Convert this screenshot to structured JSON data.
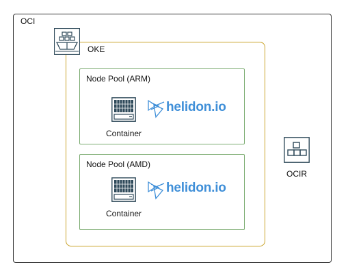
{
  "oci": {
    "label": "OCI"
  },
  "oke": {
    "label": "OKE",
    "icon": "oke-ship-icon"
  },
  "ocir": {
    "label": "OCIR",
    "icon": "registry-icon"
  },
  "node_pools": [
    {
      "label": "Node Pool (ARM)",
      "container_label": "Container",
      "app_label": "helidon.io"
    },
    {
      "label": "Node Pool (AMD)",
      "container_label": "Container",
      "app_label": "helidon.io"
    }
  ],
  "colors": {
    "oci_border": "#333333",
    "oke_border": "#c9a227",
    "pool_border": "#7aab6f",
    "icon_stroke": "#2f4a5a",
    "helidon_blue": "#3f8fd8"
  }
}
